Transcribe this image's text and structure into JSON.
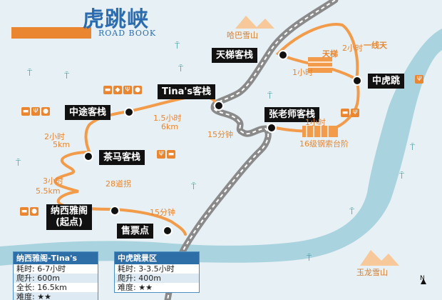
{
  "title": "虎跳峡",
  "subtitle": "ROAD BOOK",
  "places": {
    "tiantiKezhan": "天梯客栈",
    "zhongHutiao": "中虎跳",
    "tinas": "Tina's客栈",
    "zhongtu": "中途客栈",
    "zhangLaoshi": "张老师客栈",
    "chama": "茶马客栈",
    "naxi": "纳西雅阁\n(起点)",
    "shoupiao": "售票点",
    "haba": "哈巴雪山",
    "yulong": "玉龙雪山"
  },
  "segments": {
    "t1": "1.5小时",
    "t1b": "6km",
    "t2": "2小时",
    "t2b": "5km",
    "t3": "3小时",
    "t3b": "5.5km",
    "bends": "28道拐",
    "m15a": "15分钟",
    "m15b": "15分钟",
    "h1": "1小时",
    "h2": "2小时",
    "tianti": "天梯",
    "yiqi": "一线天",
    "h1b": "1小时",
    "steps": "16级钢索台阶"
  },
  "infoLeft": {
    "head": "纳西雅阁-Tina's",
    "time": "耗时: 6-7小时",
    "climb": "爬升: 600m",
    "length": "全长: 16.5km",
    "difficulty": "难度: ★★"
  },
  "infoRight": {
    "head": "中虎跳景区",
    "time": "耗时: 3-3.5小时",
    "climb": "爬升: 400m",
    "difficulty": "难度: ★★"
  },
  "north": "N",
  "colors": {
    "trail": "#f29b4a",
    "river": "#a9d3df",
    "road": "#8a8a8a",
    "label": "#111111"
  }
}
